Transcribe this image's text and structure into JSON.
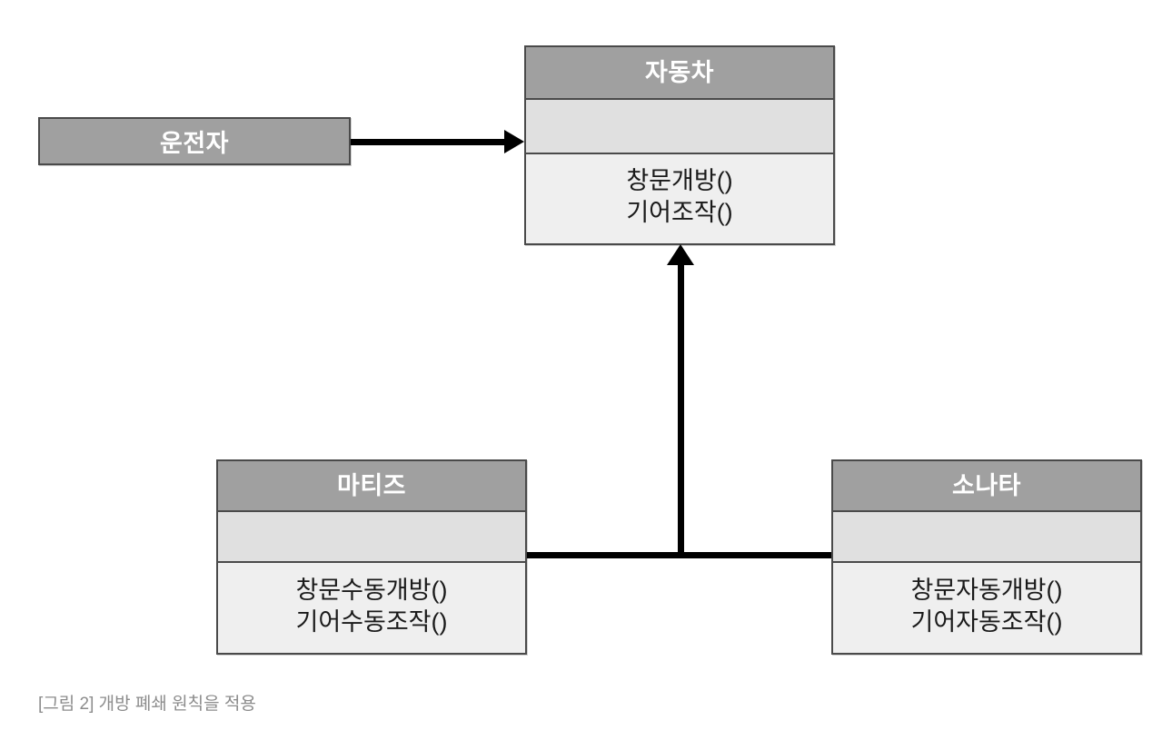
{
  "diagram": {
    "type": "uml-class-diagram",
    "classes": [
      {
        "id": "driver",
        "name": "운전자",
        "style": "simple",
        "attributes": [],
        "methods": []
      },
      {
        "id": "car",
        "name": "자동차",
        "style": "class",
        "attributes": [],
        "methods": [
          "창문개방()",
          "기어조작()"
        ]
      },
      {
        "id": "matiz",
        "name": "마티즈",
        "style": "class",
        "attributes": [],
        "methods": [
          "창문수동개방()",
          "기어수동조작()"
        ]
      },
      {
        "id": "sonata",
        "name": "소나타",
        "style": "class",
        "attributes": [],
        "methods": [
          "창문자동개방()",
          "기어자동조작()"
        ]
      }
    ],
    "connections": [
      {
        "id": "driver-to-car",
        "from": "driver",
        "to": "car",
        "kind": "association",
        "arrowhead": "filled-triangle",
        "direction": "right"
      },
      {
        "id": "subclasses-to-car",
        "from": "matiz,sonata",
        "to": "car",
        "kind": "generalization",
        "arrowhead": "filled-triangle",
        "direction": "up"
      }
    ]
  },
  "caption": {
    "text": "[그림 2] 개방 폐쇄 원칙을 적용"
  },
  "colors": {
    "title_fill": "#a0a0a0",
    "attr_fill": "#e0e0e0",
    "method_fill": "#efefef",
    "border": "#4a4a4a",
    "connector": "#000000",
    "title_text": "#ffffff",
    "body_text": "#1a1a1a",
    "caption_text": "#8c8c8c",
    "background": "#ffffff"
  }
}
